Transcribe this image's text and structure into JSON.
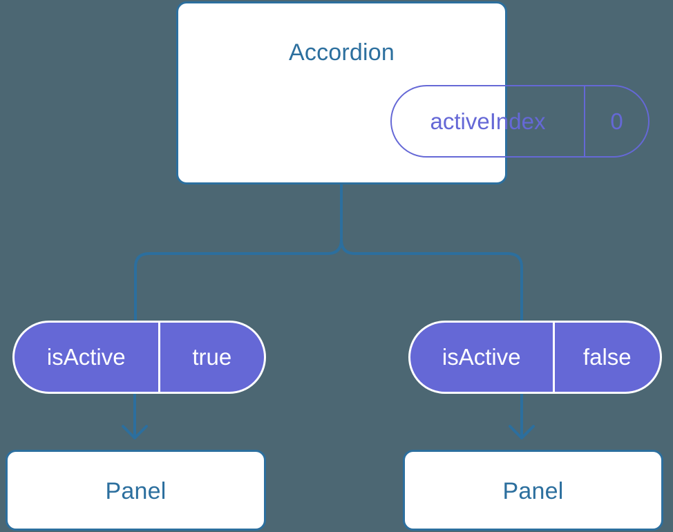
{
  "diagram": {
    "type": "component-state-tree",
    "background_color": "#4c6773",
    "accent_blue": "#2c6f9e",
    "accent_purple": "#6568d6",
    "root": {
      "title": "Accordion",
      "state_pill": {
        "key": "activeIndex",
        "value": "0"
      }
    },
    "branches": [
      {
        "state_pill": {
          "key": "isActive",
          "value": "true"
        },
        "child": {
          "title": "Panel"
        }
      },
      {
        "state_pill": {
          "key": "isActive",
          "value": "false"
        },
        "child": {
          "title": "Panel"
        }
      }
    ]
  }
}
